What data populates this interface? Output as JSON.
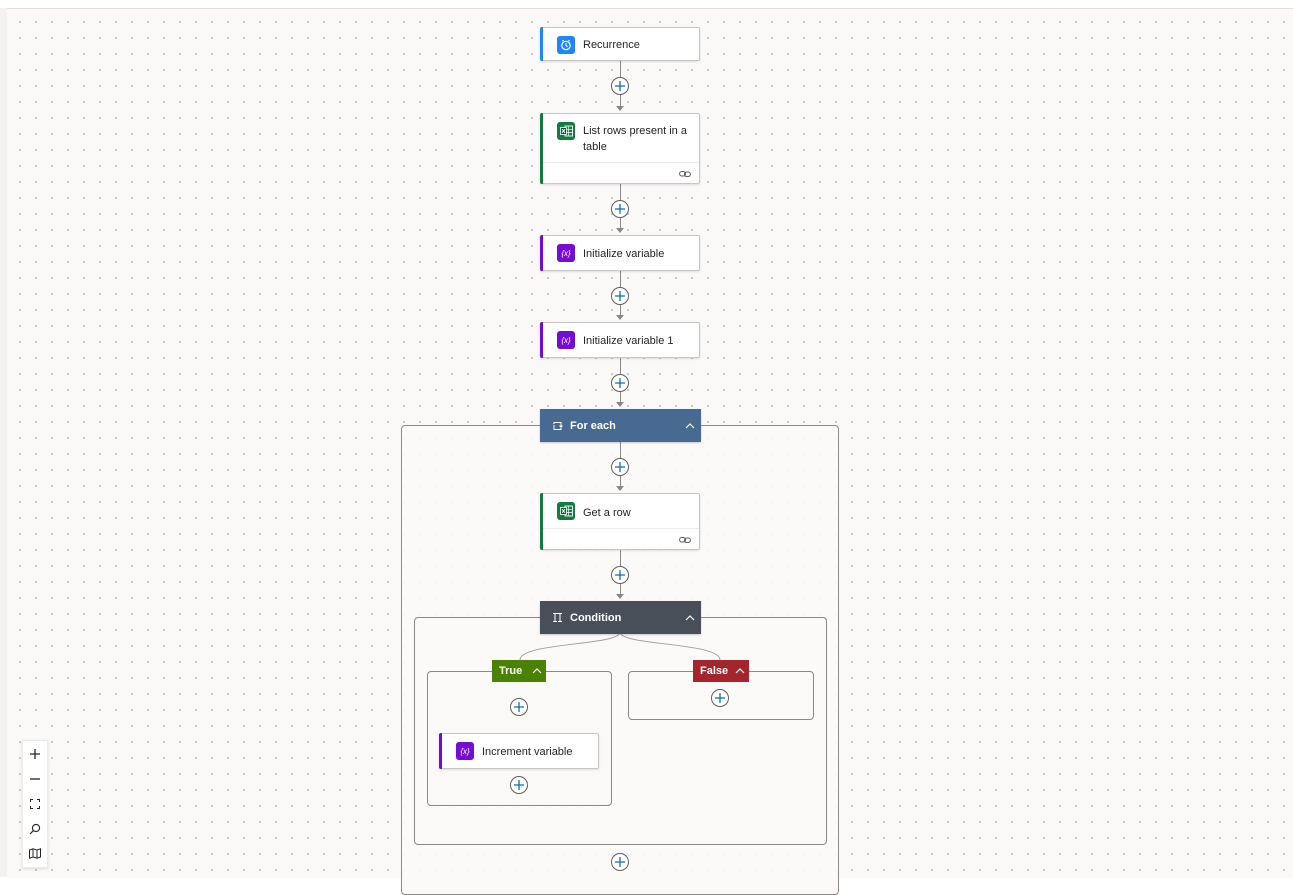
{
  "steps": {
    "recurrence": {
      "title": "Recurrence",
      "icon": "clock-icon",
      "color": "#1f85ff"
    },
    "list_rows": {
      "title": "List rows present in a table",
      "icon": "excel-icon",
      "color": "#107c41"
    },
    "init_var": {
      "title": "Initialize variable",
      "icon": "variable-icon",
      "color": "#770bd6"
    },
    "init_var1": {
      "title": "Initialize variable 1",
      "icon": "variable-icon",
      "color": "#770bd6"
    },
    "for_each": {
      "title": "For each",
      "icon": "loop-icon",
      "color": "#486991"
    },
    "get_row": {
      "title": "Get a row",
      "icon": "excel-icon",
      "color": "#107c41"
    },
    "condition": {
      "title": "Condition",
      "icon": "condition-icon",
      "color": "#484f58"
    },
    "true_branch": {
      "label": "True",
      "color": "#498205"
    },
    "false_branch": {
      "label": "False",
      "color": "#a4262c"
    },
    "increment_var": {
      "title": "Increment variable",
      "icon": "variable-icon",
      "color": "#770bd6"
    }
  },
  "zoom_controls": [
    "zoom-in-icon",
    "zoom-out-icon",
    "fit-view-icon",
    "search-icon",
    "minimap-icon"
  ]
}
